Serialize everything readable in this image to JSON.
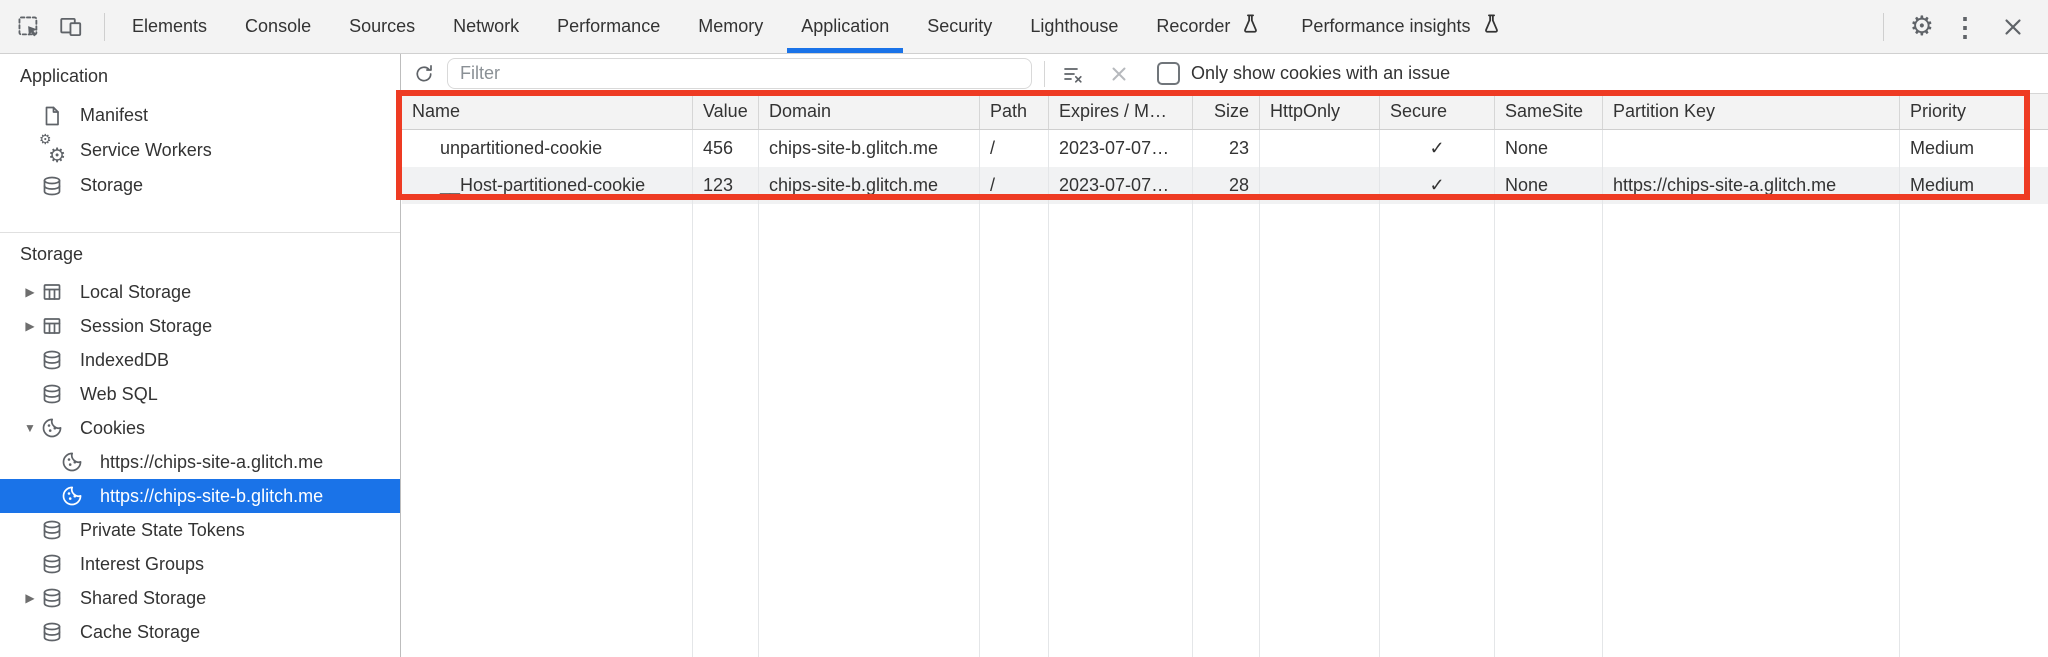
{
  "tabbar": {
    "tabs": [
      {
        "label": "Elements"
      },
      {
        "label": "Console"
      },
      {
        "label": "Sources"
      },
      {
        "label": "Network"
      },
      {
        "label": "Performance"
      },
      {
        "label": "Memory"
      },
      {
        "label": "Application",
        "active": true
      },
      {
        "label": "Security"
      },
      {
        "label": "Lighthouse"
      },
      {
        "label": "Recorder",
        "flask": true
      },
      {
        "label": "Performance insights",
        "flask": true
      }
    ],
    "left_icons": [
      "inspect-icon",
      "device-toolbar-icon"
    ],
    "right_icons": [
      "settings-gear-icon",
      "more-vertical-icon",
      "close-icon"
    ]
  },
  "sidebar": {
    "sections": [
      {
        "title": "Application",
        "items": [
          {
            "label": "Manifest",
            "icon": "document-icon"
          },
          {
            "label": "Service Workers",
            "icon": "service-workers-icon"
          },
          {
            "label": "Storage",
            "icon": "database-icon"
          }
        ]
      },
      {
        "title": "Storage",
        "items": [
          {
            "label": "Local Storage",
            "icon": "table-icon",
            "expand": "collapsed"
          },
          {
            "label": "Session Storage",
            "icon": "table-icon",
            "expand": "collapsed"
          },
          {
            "label": "IndexedDB",
            "icon": "database-icon"
          },
          {
            "label": "Web SQL",
            "icon": "database-icon"
          },
          {
            "label": "Cookies",
            "icon": "cookie-icon",
            "expand": "expanded"
          },
          {
            "label": "https://chips-site-a.glitch.me",
            "icon": "cookie-icon",
            "child": true
          },
          {
            "label": "https://chips-site-b.glitch.me",
            "icon": "cookie-icon",
            "child": true,
            "selected": true
          },
          {
            "label": "Private State Tokens",
            "icon": "database-icon"
          },
          {
            "label": "Interest Groups",
            "icon": "database-icon"
          },
          {
            "label": "Shared Storage",
            "icon": "database-icon",
            "expand": "collapsed"
          },
          {
            "label": "Cache Storage",
            "icon": "database-icon"
          }
        ]
      }
    ]
  },
  "toolbar": {
    "refresh_icon": "refresh-icon",
    "filter_placeholder": "Filter",
    "filter_value": "",
    "clear_filter_icon": "clear-filter-icon",
    "delete_icon": "delete-x-icon",
    "issue_checkbox_checked": false,
    "issue_checkbox_label": "Only show cookies with an issue"
  },
  "table": {
    "columns": [
      "Name",
      "Value",
      "Domain",
      "Path",
      "Expires / M…",
      "Size",
      "HttpOnly",
      "Secure",
      "SameSite",
      "Partition Key",
      "Priority"
    ],
    "rows": [
      [
        "unpartitioned-cookie",
        "456",
        "chips-site-b.glitch.me",
        "/",
        "2023-07-07…",
        "23",
        "",
        "✓",
        "None",
        "",
        "Medium"
      ],
      [
        "__Host-partitioned-cookie",
        "123",
        "chips-site-b.glitch.me",
        "/",
        "2023-07-07…",
        "28",
        "",
        "✓",
        "None",
        "https://chips-site-a.glitch.me",
        "Medium"
      ]
    ]
  },
  "colors": {
    "accent_blue": "#1a73e8",
    "selection_blue": "#1a73e8",
    "highlight_red": "#ee3b23",
    "toolbar_gray": "#f3f3f3"
  }
}
